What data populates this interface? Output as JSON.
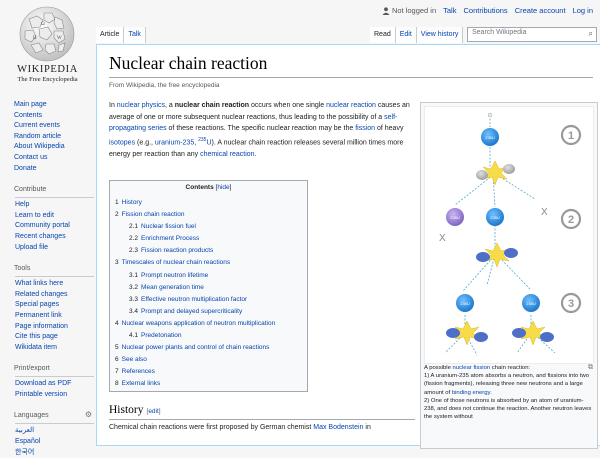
{
  "logo": {
    "wordmark": "Wikipedia",
    "tagline": "The Free Encyclopedia",
    "wordmark_display": "WIKIPEDIA"
  },
  "personal": {
    "not_logged_in": "Not logged in",
    "talk": "Talk",
    "contributions": "Contributions",
    "create_account": "Create account",
    "log_in": "Log in"
  },
  "tabs": {
    "article": "Article",
    "talk": "Talk",
    "read": "Read",
    "edit": "Edit",
    "view_history": "View history"
  },
  "search": {
    "placeholder": "Search Wikipedia"
  },
  "sidebar": {
    "main": [
      "Main page",
      "Contents",
      "Current events",
      "Random article",
      "About Wikipedia",
      "Contact us",
      "Donate"
    ],
    "contribute_head": "Contribute",
    "contribute": [
      "Help",
      "Learn to edit",
      "Community portal",
      "Recent changes",
      "Upload file"
    ],
    "tools_head": "Tools",
    "tools": [
      "What links here",
      "Related changes",
      "Special pages",
      "Permanent link",
      "Page information",
      "Cite this page",
      "Wikidata item"
    ],
    "print_head": "Print/export",
    "print": [
      "Download as PDF",
      "Printable version"
    ],
    "languages_head": "Languages",
    "languages": [
      "العربية",
      "Español",
      "한국어"
    ]
  },
  "article": {
    "title": "Nuclear chain reaction",
    "tagline": "From Wikipedia, the free encyclopedia",
    "lead": {
      "p1": "In ",
      "l1": "nuclear physics",
      "p2": ", a ",
      "b1": "nuclear chain reaction",
      "p3": " occurs when one single ",
      "l2": "nuclear reaction",
      "p4": " causes an average of one or more subsequent nuclear reactions, thus leading to the possibility of a ",
      "l3": "self-propagating series",
      "p5": " of these reactions. The specific nuclear reaction may be the ",
      "l4": "fission",
      "p6": " of heavy ",
      "l5": "isotopes",
      "p7": " (e.g., ",
      "l6": "uranium-235",
      "p8": ", ",
      "sup": "235",
      "l7": "U",
      "p9": "). A nuclear chain reaction releases several million times more energy per reaction than any ",
      "l8": "chemical reaction",
      "p10": "."
    },
    "toc": {
      "title": "Contents",
      "hide": "hide",
      "items": [
        {
          "num": "1",
          "label": "History",
          "sub": false
        },
        {
          "num": "2",
          "label": "Fission chain reaction",
          "sub": false
        },
        {
          "num": "2.1",
          "label": "Nuclear fission fuel",
          "sub": true
        },
        {
          "num": "2.2",
          "label": "Enrichment Process",
          "sub": true
        },
        {
          "num": "2.3",
          "label": "Fission reaction products",
          "sub": true
        },
        {
          "num": "3",
          "label": "Timescales of nuclear chain reactions",
          "sub": false
        },
        {
          "num": "3.1",
          "label": "Prompt neutron lifetime",
          "sub": true
        },
        {
          "num": "3.2",
          "label": "Mean generation time",
          "sub": true
        },
        {
          "num": "3.3",
          "label": "Effective neutron multiplication factor",
          "sub": true
        },
        {
          "num": "3.4",
          "label": "Prompt and delayed supercriticality",
          "sub": true
        },
        {
          "num": "4",
          "label": "Nuclear weapons application of neutron multiplication",
          "sub": false
        },
        {
          "num": "4.1",
          "label": "Predetonation",
          "sub": true
        },
        {
          "num": "5",
          "label": "Nuclear power plants and control of chain reactions",
          "sub": false
        },
        {
          "num": "6",
          "label": "See also",
          "sub": false
        },
        {
          "num": "7",
          "label": "References",
          "sub": false
        },
        {
          "num": "8",
          "label": "External links",
          "sub": false
        }
      ]
    },
    "history": {
      "heading": "History",
      "edit": "edit",
      "text_start": "Chemical chain reactions were first proposed by German chemist ",
      "text_link": "Max Bodenstein",
      "text_end": " in"
    },
    "figure": {
      "step_labels": [
        "1",
        "2",
        "3"
      ],
      "nucleus_label": "235U",
      "absorbed_label": "238U",
      "cross": "X",
      "caption": {
        "c1": "A possible ",
        "cl1": "nuclear fission",
        "c2": " chain reaction:",
        "c3": "1) A uranium-235 atom absorbs a neutron, and fissions into two (fission fragments), releasing three new neutrons and a large amount of ",
        "cl2": "binding energy",
        "c4": ".",
        "c5": "2) One of those neutrons is absorbed by an atom of uranium-238, and does not continue the reaction. Another neutron leaves the system without"
      }
    }
  },
  "colors": {
    "link": "#0645ad",
    "nucleus_blue": "#1f8be0",
    "absorbed_purple": "#9b7fd4",
    "flash": "#f5dc48",
    "fragment": "#4d6fc8"
  }
}
